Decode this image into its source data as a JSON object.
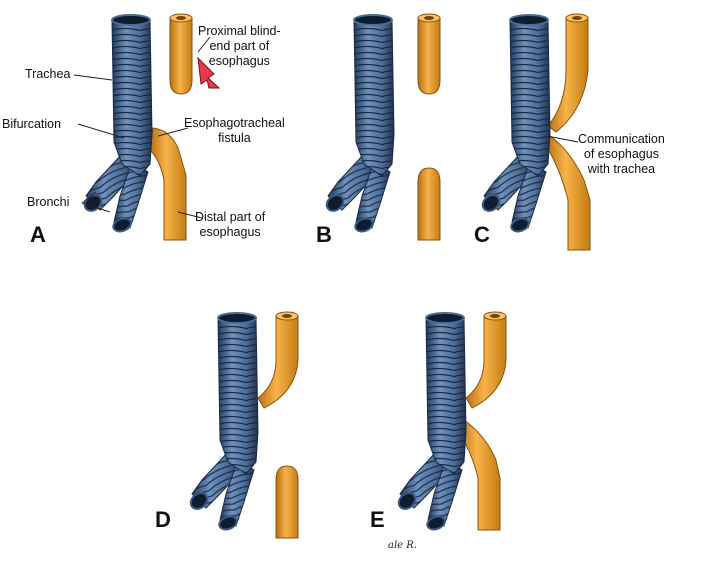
{
  "colors": {
    "trachea": "#5f7fa8",
    "trachea_dark": "#243d5f",
    "ring_line": "#16263c",
    "esophagus": "#ea9a24",
    "esophagus_dark": "#b06a0c",
    "esophagus_light": "#f7c063",
    "arrow": "#e8394d",
    "leader": "#222222"
  },
  "labels": {
    "proximal": [
      "Proximal blind-",
      "end part of",
      "esophagus"
    ],
    "trachea": "Trachea",
    "bifurcation": "Bifurcation",
    "fistula": [
      "Esophagotracheal",
      "fistula"
    ],
    "bronchi": "Bronchi",
    "distal": [
      "Distal part of",
      "esophagus"
    ],
    "communication": [
      "Communication",
      "of esophagus",
      "with trachea"
    ]
  },
  "panels": [
    "A",
    "B",
    "C",
    "D",
    "E"
  ],
  "signature": "ale R."
}
